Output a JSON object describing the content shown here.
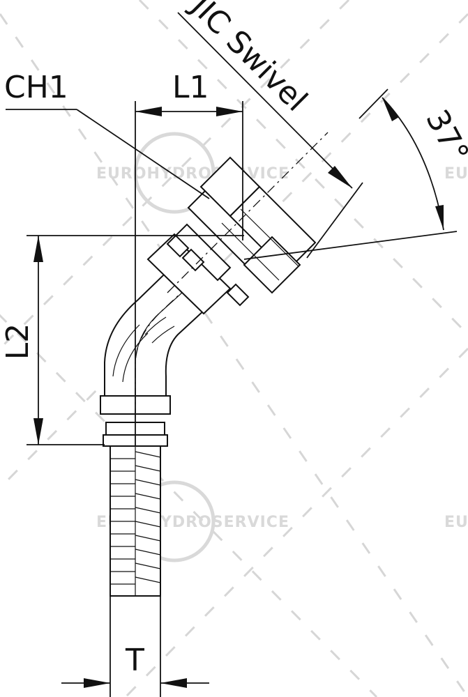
{
  "labels": {
    "ch1": "CH1",
    "l1": "L1",
    "l2": "L2",
    "t": "T",
    "swivel": "JIC Swivel",
    "angle": "37°"
  },
  "watermark": {
    "text_center": "EUROHYDROSERVICE",
    "text_center2": "EUROHYDROSERVICE",
    "text_edge_top": "EURO",
    "text_edge_bottom": "EURO"
  },
  "colors": {
    "line": "#111111",
    "watermark": "#d6d6d6"
  }
}
